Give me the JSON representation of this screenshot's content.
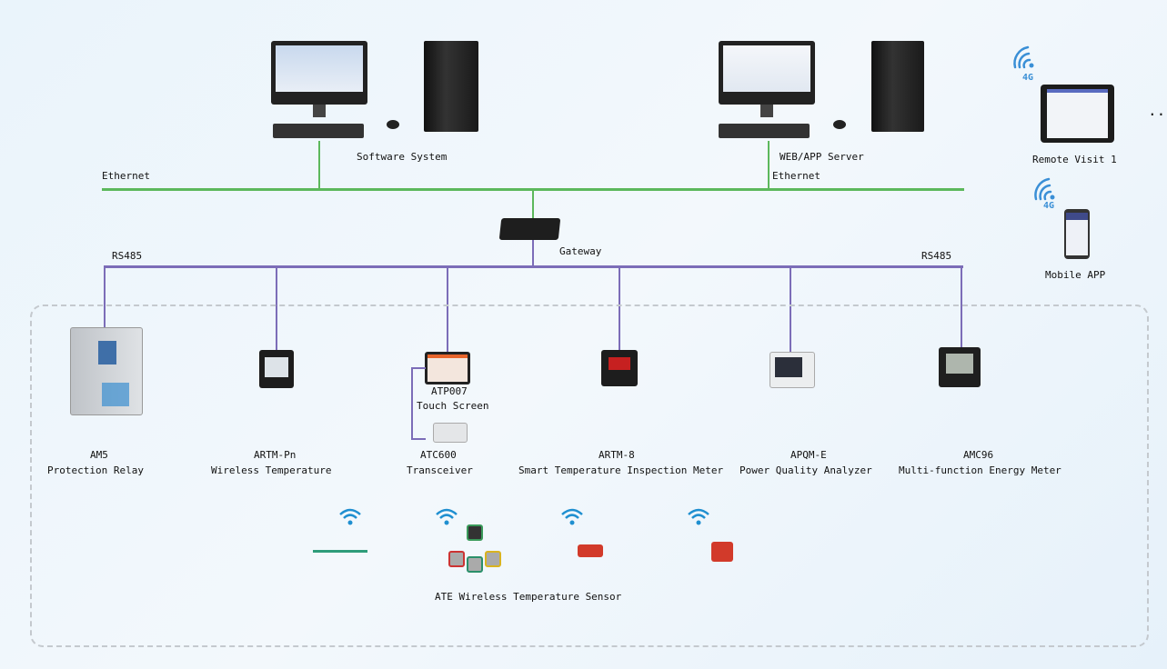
{
  "network": {
    "ethernet_label_left": "Ethernet",
    "ethernet_label_right": "Ethernet",
    "rs485_label_left": "RS485",
    "rs485_label_right": "RS485",
    "colors": {
      "ethernet": "#5cb85c",
      "rs485": "#7c6db8"
    }
  },
  "top": {
    "software_system": "Software System",
    "web_app_server": "WEB/APP Server",
    "gateway": "Gateway"
  },
  "remote": {
    "signal_1": "4G",
    "remote_visit": "Remote Visit 1",
    "more": "...",
    "signal_2": "4G",
    "mobile_app": "Mobile APP"
  },
  "devices": [
    {
      "model": "AM5",
      "name": "Protection Relay"
    },
    {
      "model": "ARTM-Pn",
      "name": "Wireless Temperature"
    },
    {
      "model": "ATC600",
      "name": "Transceiver"
    },
    {
      "model": "ARTM-8",
      "name": "Smart Temperature Inspection Meter"
    },
    {
      "model": "APQM-E",
      "name": "Power Quality Analyzer"
    },
    {
      "model": "AMC96",
      "name": "Multi-function Energy Meter"
    }
  ],
  "touch_screen": {
    "model": "ATP007",
    "name": "Touch Screen"
  },
  "sensors": {
    "label": "ATE Wireless Temperature Sensor"
  }
}
